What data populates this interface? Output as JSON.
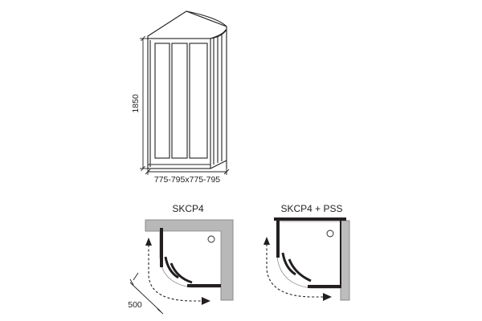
{
  "elevation": {
    "height_label": "1850",
    "width_label": "775-795x775-795"
  },
  "plan_left": {
    "title": "SKCP4",
    "dimension_label": "500"
  },
  "plan_right": {
    "title": "SKCP4 + PSS"
  },
  "colors": {
    "line": "#231f20",
    "wall_fill": "#b8b8b8",
    "wall_stroke": "#8a8a8a",
    "panel_fill": "#bdbdbd"
  }
}
